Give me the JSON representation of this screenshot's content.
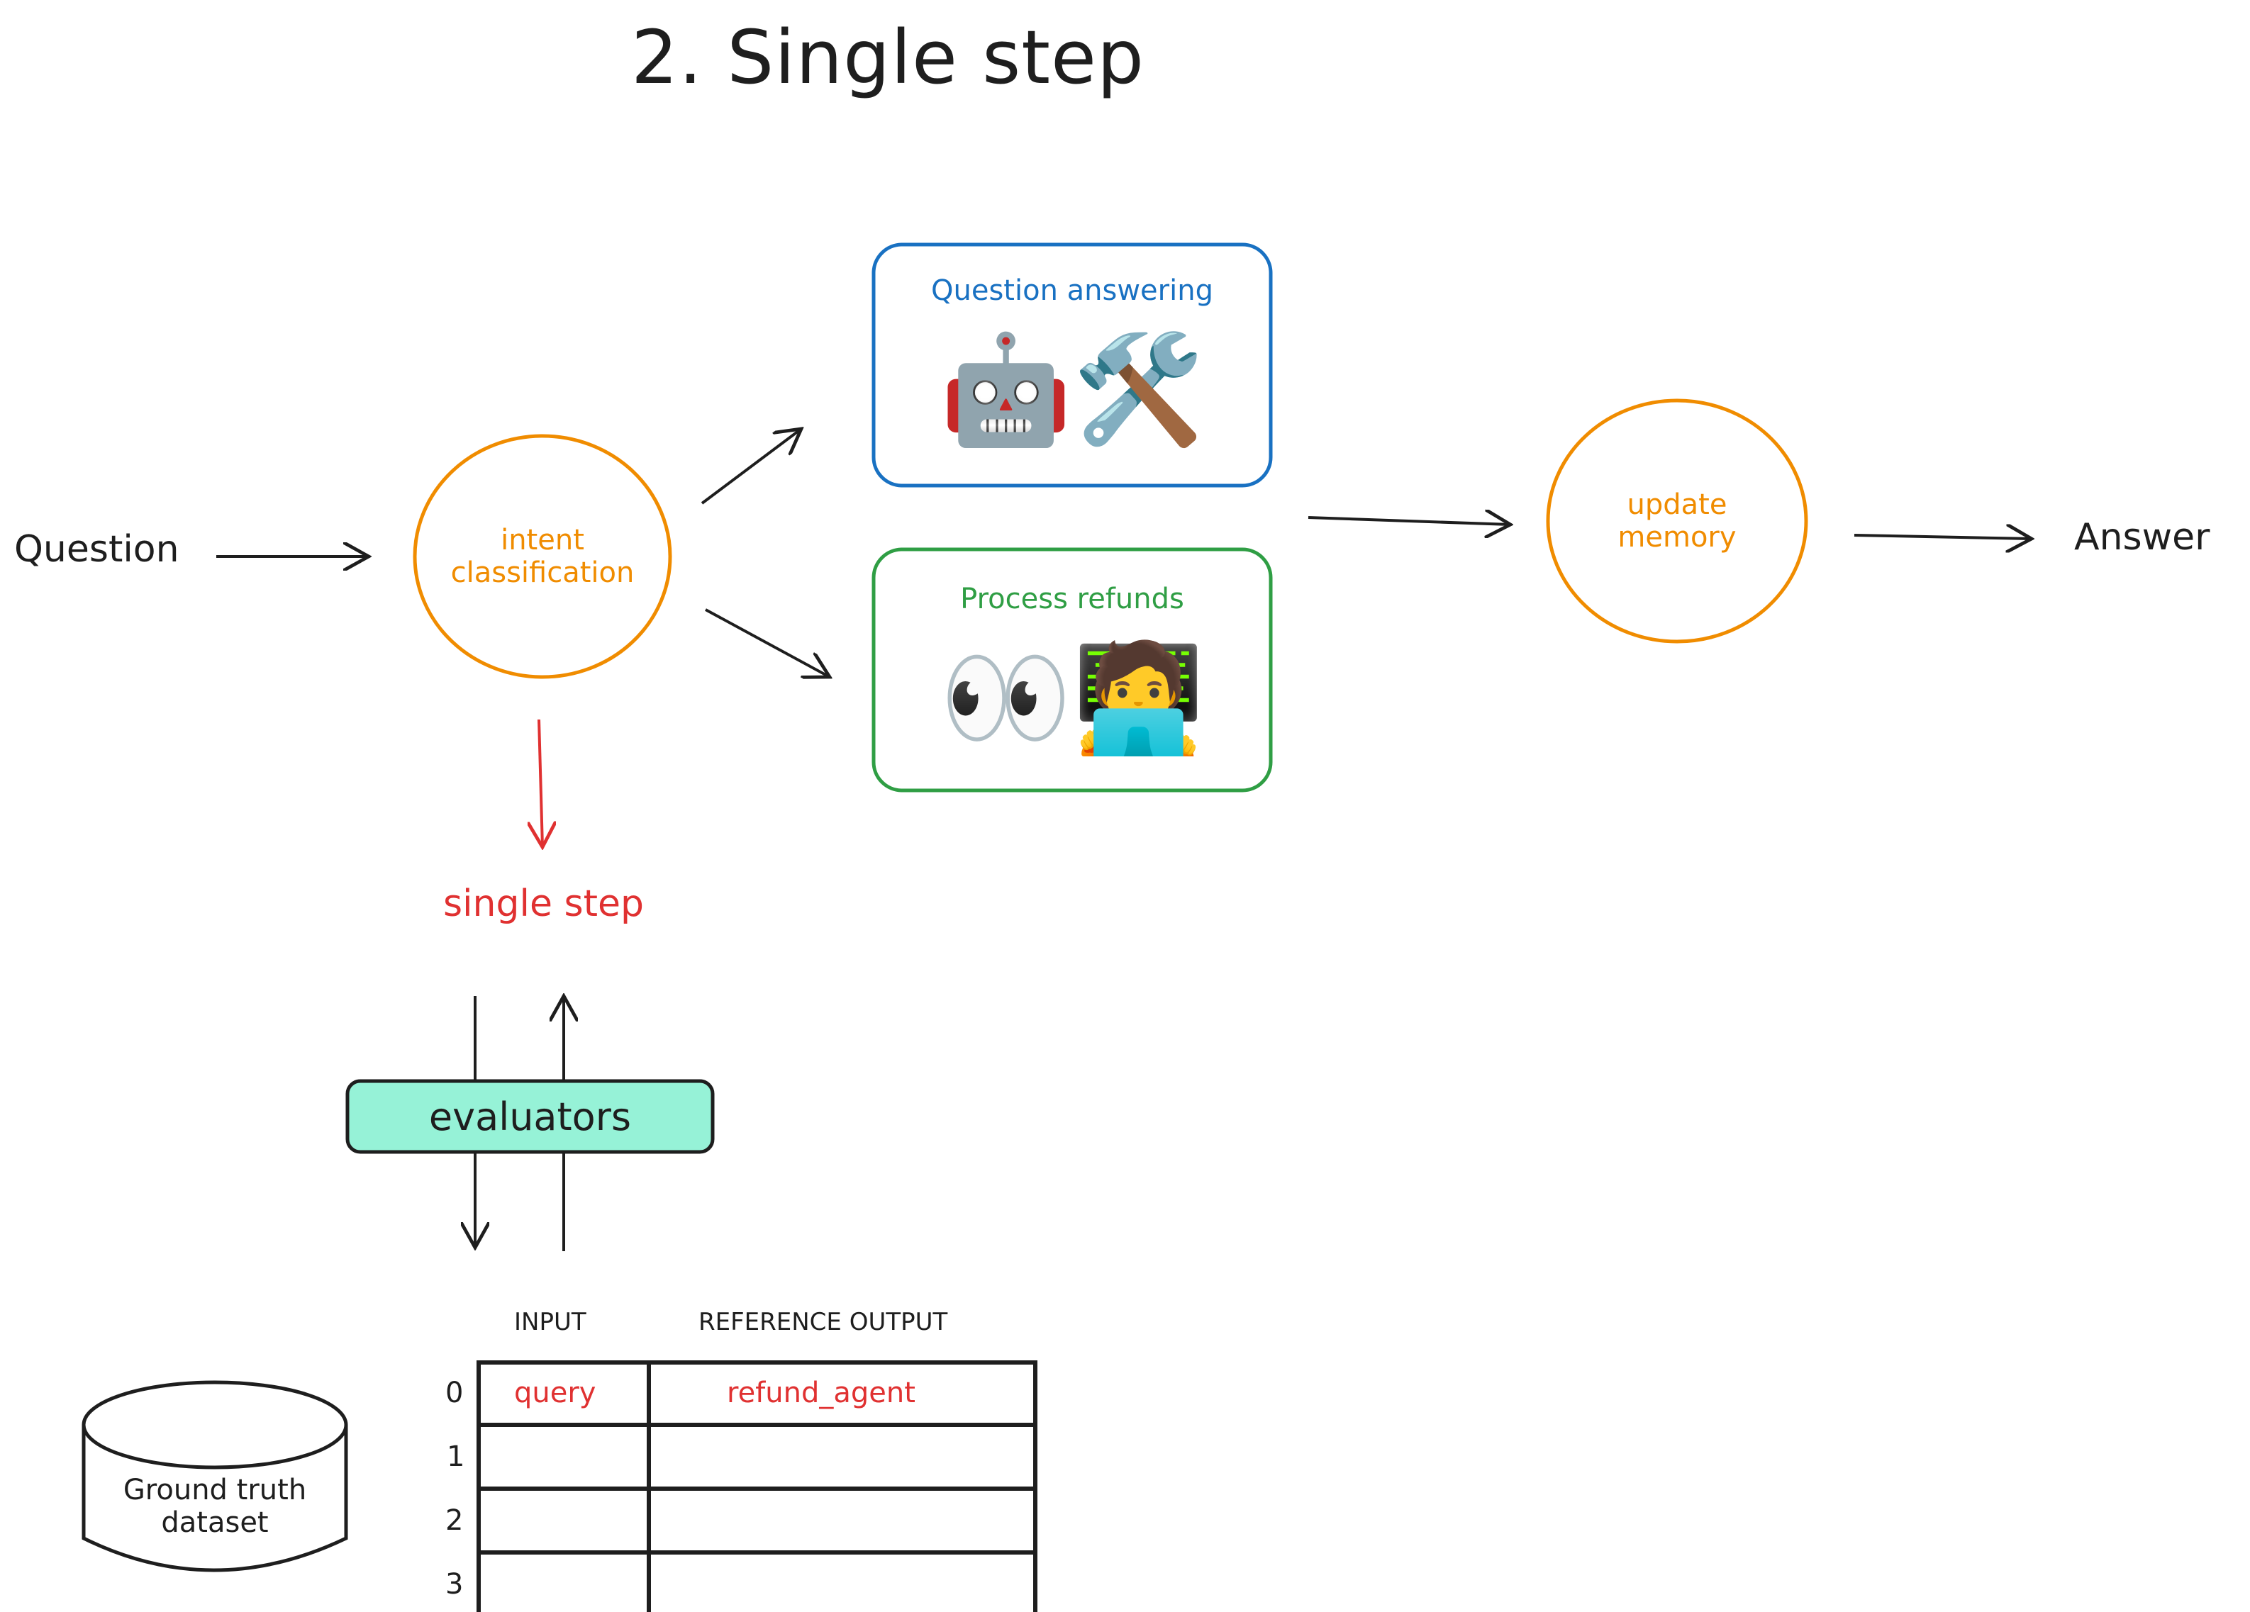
{
  "title": "2. Single step",
  "flow": {
    "input_label": "Question",
    "output_label": "Answer",
    "intent_node": "intent\nclassification",
    "qa_box": {
      "title": "Question answering",
      "icons": [
        "robot-icon",
        "hammer-and-wrench-icon"
      ],
      "emoji": "🤖🛠️"
    },
    "refund_box": {
      "title": "Process refunds",
      "icons": [
        "eyes-icon",
        "technologist-icon"
      ],
      "emoji": "👀🧑‍💻"
    },
    "memory_node": "update\nmemory"
  },
  "eval": {
    "single_step_label": "single step",
    "evaluators_label": "evaluators",
    "dataset_label": "Ground truth\ndataset"
  },
  "table": {
    "headers": [
      "INPUT",
      "REFERENCE OUTPUT"
    ],
    "row_indices": [
      "0",
      "1",
      "2",
      "3"
    ],
    "rows": [
      {
        "input": "query",
        "reference_output": "refund_agent"
      },
      {
        "input": "",
        "reference_output": ""
      },
      {
        "input": "",
        "reference_output": ""
      },
      {
        "input": "",
        "reference_output": ""
      }
    ]
  },
  "colors": {
    "orange": "#f08c00",
    "blue": "#1971c2",
    "green": "#2f9e44",
    "red": "#e03131",
    "evaluators_fill": "#96f2d7",
    "ink": "#1e1e1e"
  }
}
